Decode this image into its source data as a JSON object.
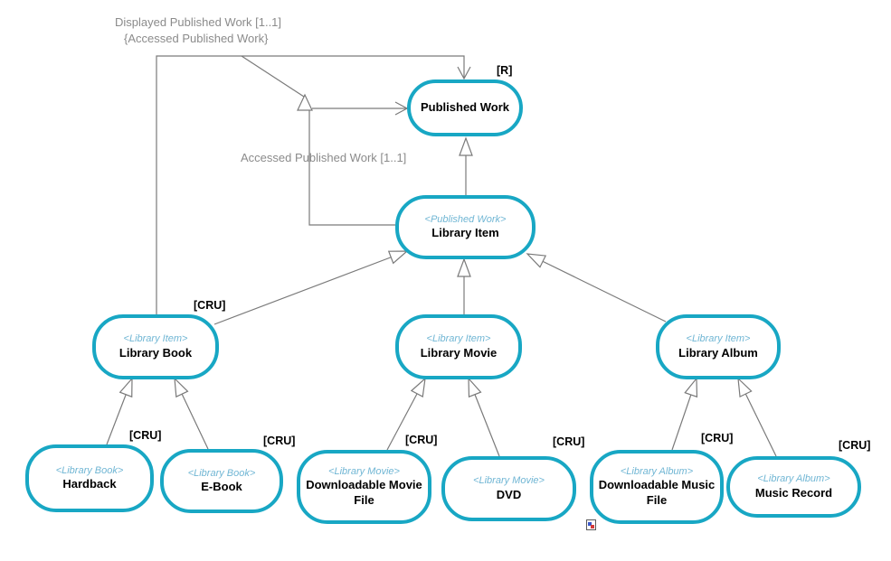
{
  "colors": {
    "node_border": "#18a7c4",
    "connector_line": "#7a7a7a",
    "edge_label_text": "#8b8b8b",
    "stereotype_text": "#70b6d4",
    "node_name_text": "#000000"
  },
  "nodes": [
    {
      "id": "published-work",
      "stereotype": "",
      "name": "Published Work"
    },
    {
      "id": "library-item",
      "stereotype": "<Published Work>",
      "name": "Library Item"
    },
    {
      "id": "library-book",
      "stereotype": "<Library Item>",
      "name": "Library Book"
    },
    {
      "id": "library-movie",
      "stereotype": "<Library Item>",
      "name": "Library Movie"
    },
    {
      "id": "library-album",
      "stereotype": "<Library Item>",
      "name": "Library Album"
    },
    {
      "id": "hardback",
      "stereotype": "<Library Book>",
      "name": "Hardback"
    },
    {
      "id": "e-book",
      "stereotype": "<Library Book>",
      "name": "E-Book"
    },
    {
      "id": "downloadable-movie-file",
      "stereotype": "<Library Movie>",
      "name": "Downloadable Movie File"
    },
    {
      "id": "dvd",
      "stereotype": "<Library Movie>",
      "name": "DVD"
    },
    {
      "id": "downloadable-music-file",
      "stereotype": "<Library Album>",
      "name": "Downloadable Music File"
    },
    {
      "id": "music-record",
      "stereotype": "<Library Album>",
      "name": "Music Record"
    }
  ],
  "badges": {
    "r": "[R]",
    "cru": "[CRU]"
  },
  "edge_labels": {
    "displayed": "Displayed Published Work [1..1]",
    "constraint": "{Accessed Published Work}",
    "accessed": "Accessed Published Work [1..1]"
  },
  "relationships": {
    "associations": [
      {
        "from": "library-book",
        "to": "published-work",
        "label": "Displayed Published Work [1..1]",
        "constraint": "{Accessed Published Work}"
      },
      {
        "from": "library-item",
        "to": "published-work",
        "label": "Accessed Published Work [1..1]"
      }
    ],
    "generalizations": [
      {
        "child": "library-item",
        "parent": "published-work"
      },
      {
        "child": "library-book",
        "parent": "library-item"
      },
      {
        "child": "library-movie",
        "parent": "library-item"
      },
      {
        "child": "library-album",
        "parent": "library-item"
      },
      {
        "child": "hardback",
        "parent": "library-book"
      },
      {
        "child": "e-book",
        "parent": "library-book"
      },
      {
        "child": "downloadable-movie-file",
        "parent": "library-movie"
      },
      {
        "child": "dvd",
        "parent": "library-movie"
      },
      {
        "child": "downloadable-music-file",
        "parent": "library-album"
      },
      {
        "child": "music-record",
        "parent": "library-album"
      }
    ]
  }
}
